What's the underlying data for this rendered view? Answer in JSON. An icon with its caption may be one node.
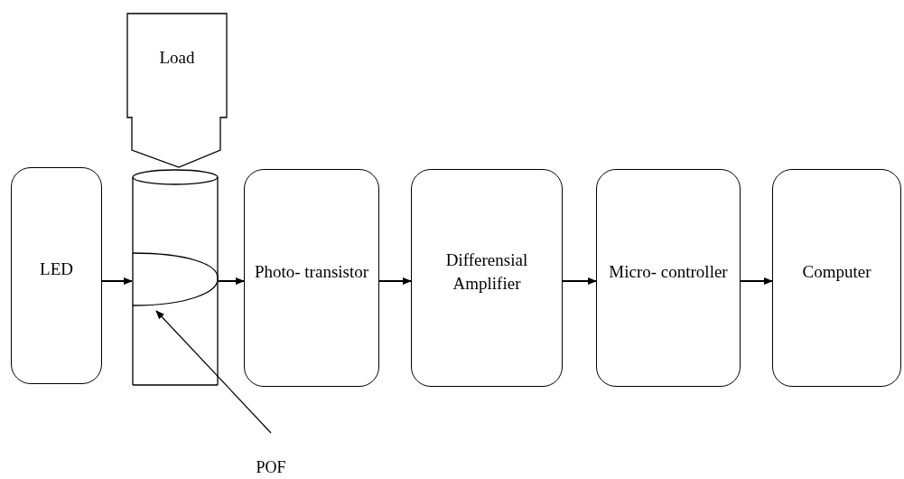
{
  "diagram": {
    "nodes": [
      {
        "text": [
          "Load"
        ]
      },
      {
        "text": [
          "LED"
        ]
      },
      {
        "text": [],
        "shape": "cylinder"
      },
      {
        "text": [
          "Photo- transistor"
        ]
      },
      {
        "text": [
          "Differensial Amplifier"
        ]
      },
      {
        "text": [
          "Micro- controller"
        ]
      },
      {
        "text": [
          "Computer"
        ]
      },
      {
        "text": [
          "POF"
        ]
      }
    ],
    "edges": [
      {
        "from": 1,
        "to": 2,
        "arrow": "to"
      },
      {
        "from": 2,
        "to": 3,
        "arrow": "to"
      },
      {
        "from": 3,
        "to": 4,
        "arrow": "to"
      },
      {
        "from": 4,
        "to": 5,
        "arrow": "to"
      },
      {
        "from": 5,
        "to": 6,
        "arrow": "to"
      },
      {
        "from": 7,
        "to": 2,
        "arrow": "to"
      }
    ]
  }
}
